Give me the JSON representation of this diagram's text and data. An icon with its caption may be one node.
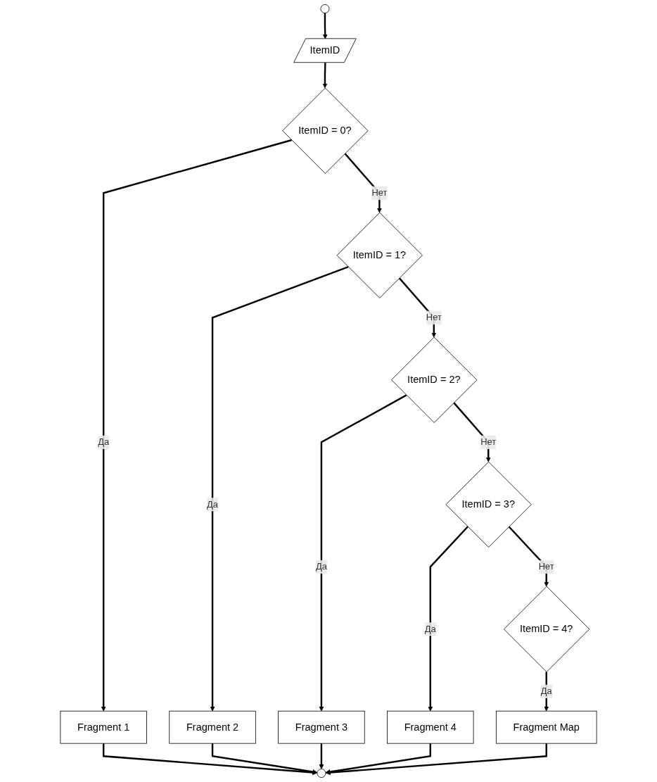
{
  "diagram": {
    "nodes": [
      {
        "text": [],
        "shape": "circle"
      },
      {
        "text": [
          "ItemID"
        ]
      },
      {
        "text": [
          "ItemID = 0?"
        ]
      },
      {
        "text": [
          "Fragment 1"
        ]
      },
      {
        "text": [
          "ItemID = 1?"
        ]
      },
      {
        "text": [
          "Fragment 2"
        ]
      },
      {
        "text": [
          "ItemID = 2?"
        ]
      },
      {
        "text": [
          "Fragment 3"
        ]
      },
      {
        "text": [
          "ItemID = 3?"
        ]
      },
      {
        "text": [
          "Fragment 4"
        ]
      },
      {
        "text": [
          "ItemID = 4?"
        ]
      },
      {
        "text": [
          "Fragment Map"
        ]
      },
      {
        "text": [],
        "shape": "circle"
      }
    ],
    "edges": [
      {
        "from": 0,
        "to": 1,
        "arrow": "to"
      },
      {
        "from": 1,
        "to": 2,
        "arrow": "to"
      },
      {
        "from": 2,
        "to": 3,
        "label": "Да",
        "arrow": "to"
      },
      {
        "from": 2,
        "to": 4,
        "label": "Нет",
        "arrow": "to"
      },
      {
        "from": 4,
        "to": 5,
        "label": "Да",
        "arrow": "to"
      },
      {
        "from": 4,
        "to": 6,
        "label": "Нет",
        "arrow": "to"
      },
      {
        "from": 6,
        "to": 7,
        "label": "Да",
        "arrow": "to"
      },
      {
        "from": 6,
        "to": 8,
        "label": "Нет",
        "arrow": "to"
      },
      {
        "from": 8,
        "to": 9,
        "label": "Да",
        "arrow": "to"
      },
      {
        "from": 8,
        "to": 10,
        "label": "Нет",
        "arrow": "to"
      },
      {
        "from": 10,
        "to": 11,
        "label": "Да",
        "arrow": "to"
      },
      {
        "from": 3,
        "to": 12,
        "arrow": "to"
      },
      {
        "from": 5,
        "to": 12,
        "arrow": "to"
      },
      {
        "from": 7,
        "to": 12,
        "arrow": "to"
      },
      {
        "from": 9,
        "to": 12,
        "arrow": "to"
      },
      {
        "from": 11,
        "to": 12,
        "arrow": "to"
      }
    ]
  }
}
